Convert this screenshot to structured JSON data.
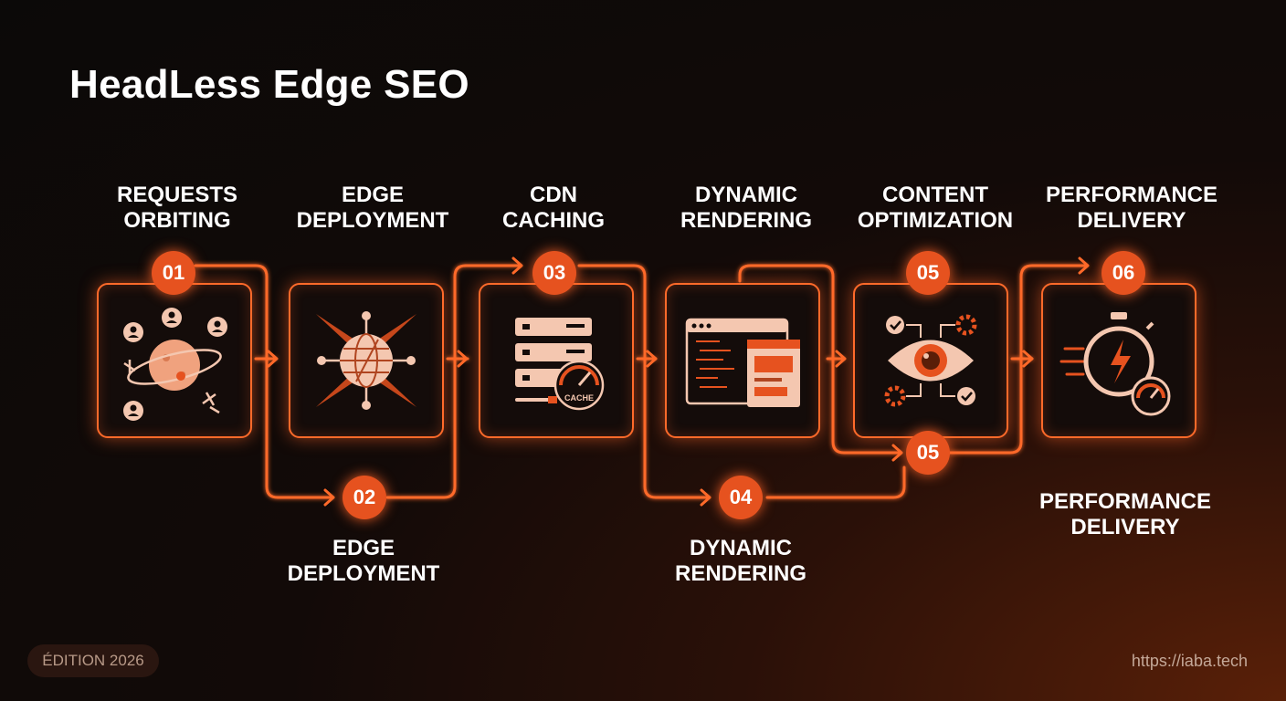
{
  "title": "HeadLess Edge SEO",
  "top_labels": [
    "REQUESTS\nORBITING",
    "EDGE\nDEPLOYMENT",
    "CDN\nCACHING",
    "DYNAMIC\nRENDERING",
    "CONTENT\nOPTIMIZATION",
    "PERFORMANCE\nDELIVERY"
  ],
  "bottom_labels": [
    "EDGE\nDEPLOYMENT",
    "DYNAMIC\nRENDERING",
    "PERFORMANCE\nDELIVERY"
  ],
  "badges": {
    "b01": "01",
    "b02": "02",
    "b03": "03",
    "b04": "04",
    "b05_top": "05",
    "b05_bottom": "05",
    "b06": "06"
  },
  "cache_label": "CACHE",
  "footer": {
    "edition": "ÉDITION 2026",
    "url": "https://iaba.tech"
  },
  "colors": {
    "accent": "#ff6a2a",
    "badge": "#e6521f",
    "icon_light": "#f4c7b0"
  },
  "icons": [
    "planet-requests-icon",
    "globe-network-icon",
    "server-cache-icon",
    "browser-render-icon",
    "eye-optimize-icon",
    "stopwatch-performance-icon"
  ]
}
